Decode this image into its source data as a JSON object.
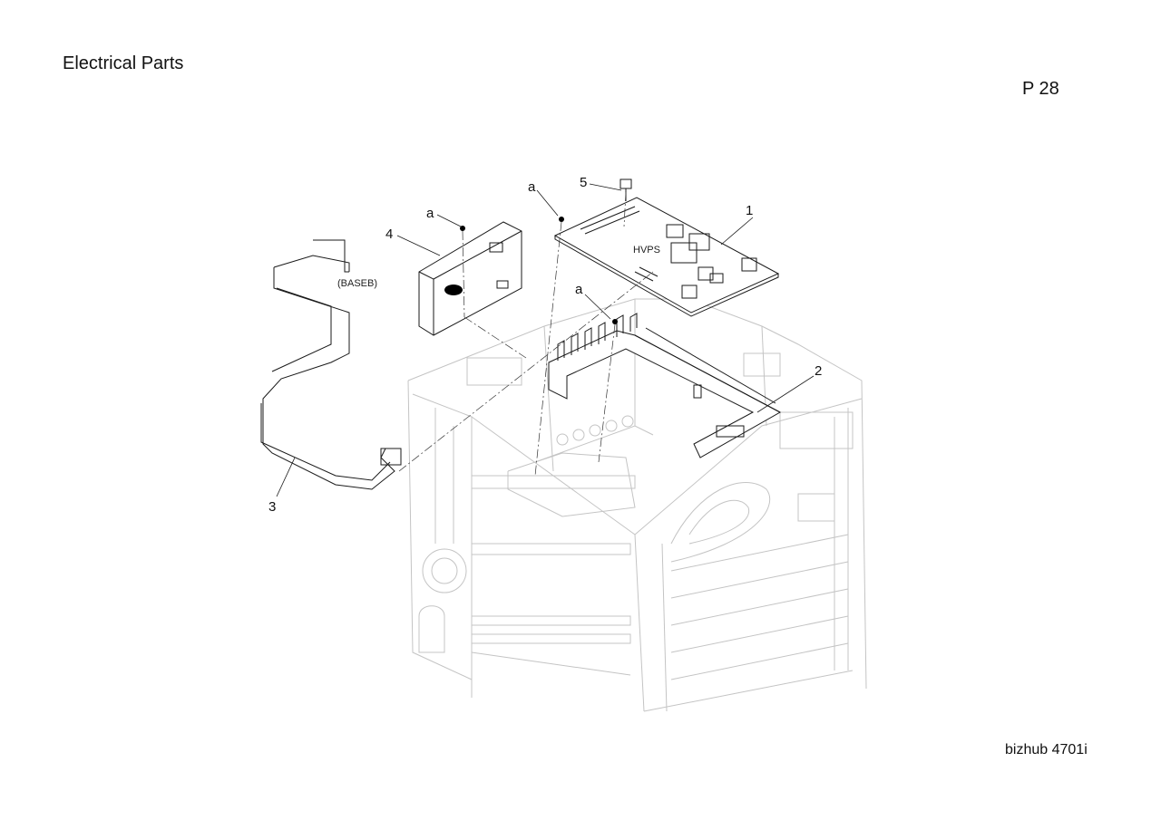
{
  "header": {
    "title": "Electrical Parts",
    "page_number": "P 28"
  },
  "footer": {
    "model": "bizhub 4701i"
  },
  "diagram": {
    "labels": {
      "hvps": "HVPS",
      "baseb": "(BASEB)"
    },
    "callouts": [
      {
        "id": "c1",
        "text": "1"
      },
      {
        "id": "c2",
        "text": "2"
      },
      {
        "id": "c3",
        "text": "3"
      },
      {
        "id": "c4",
        "text": "4"
      },
      {
        "id": "c5",
        "text": "5"
      },
      {
        "id": "ca1",
        "text": "a"
      },
      {
        "id": "ca2",
        "text": "a"
      },
      {
        "id": "ca3",
        "text": "a"
      }
    ]
  }
}
